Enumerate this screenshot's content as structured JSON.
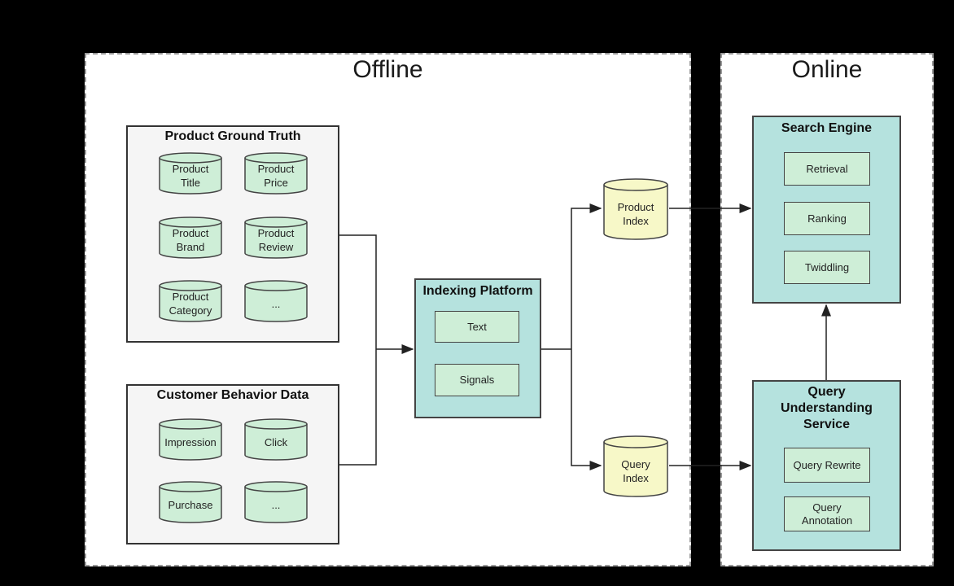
{
  "offline": {
    "title": "Offline"
  },
  "online": {
    "title": "Online"
  },
  "product_ground_truth": {
    "title": "Product Ground Truth",
    "items": [
      "Product\nTitle",
      "Product\nPrice",
      "Product\nBrand",
      "Product\nReview",
      "Product\nCategory",
      "..."
    ]
  },
  "customer_behavior": {
    "title": "Customer Behavior Data",
    "items": [
      "Impression",
      "Click",
      "Purchase",
      "..."
    ]
  },
  "indexing_platform": {
    "title": "Indexing Platform",
    "items": [
      "Text",
      "Signals"
    ]
  },
  "indexes": {
    "product": "Product\nIndex",
    "query": "Query\nIndex"
  },
  "search_engine": {
    "title": "Search Engine",
    "items": [
      "Retrieval",
      "Ranking",
      "Twiddling"
    ]
  },
  "query_understanding": {
    "title": "Query\nUnderstanding\nService",
    "items": [
      "Query Rewrite",
      "Query\nAnnotation"
    ]
  },
  "colors": {
    "group_bg": "#f5f5f5",
    "teal": "#b5e2de",
    "green_store": "#ceeed7",
    "yellow_store": "#f7f8c8"
  }
}
